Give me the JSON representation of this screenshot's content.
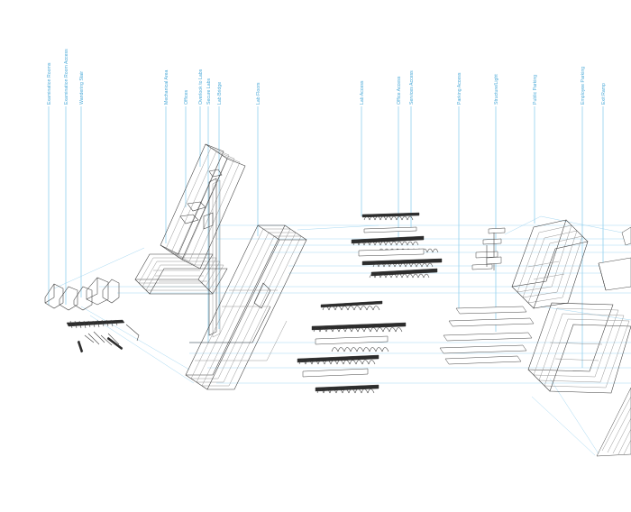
{
  "callouts": [
    {
      "id": "examination-rooms",
      "label": "Examination Rooms"
    },
    {
      "id": "examination-room-access",
      "label": "Examination Room Access"
    },
    {
      "id": "wandering-stair",
      "label": "Wandering Stair"
    },
    {
      "id": "mechanical-area",
      "label": "Mechanical Area"
    },
    {
      "id": "offices",
      "label": "Offices"
    },
    {
      "id": "overlook-to-labs",
      "label": "Overlook to Labs"
    },
    {
      "id": "secure-labs",
      "label": "Secure Labs"
    },
    {
      "id": "lab-bridge",
      "label": "Lab Bridge"
    },
    {
      "id": "lab-floors",
      "label": "Lab Floors"
    },
    {
      "id": "lab-access",
      "label": "Lab Access"
    },
    {
      "id": "office-access",
      "label": "Office Access"
    },
    {
      "id": "services-access",
      "label": "Services Access"
    },
    {
      "id": "parking-access",
      "label": "Parking Access"
    },
    {
      "id": "structure-light",
      "label": "Structure/Light"
    },
    {
      "id": "public-parking",
      "label": "Public Parking"
    },
    {
      "id": "employee-parking",
      "label": "Employee Parking"
    },
    {
      "id": "exit-ramp",
      "label": "Exit Ramp"
    }
  ],
  "colors": {
    "leader": "#6cc0e8",
    "label": "#4aa9d8",
    "linework": "#3a3a3a",
    "background": "#ffffff"
  }
}
